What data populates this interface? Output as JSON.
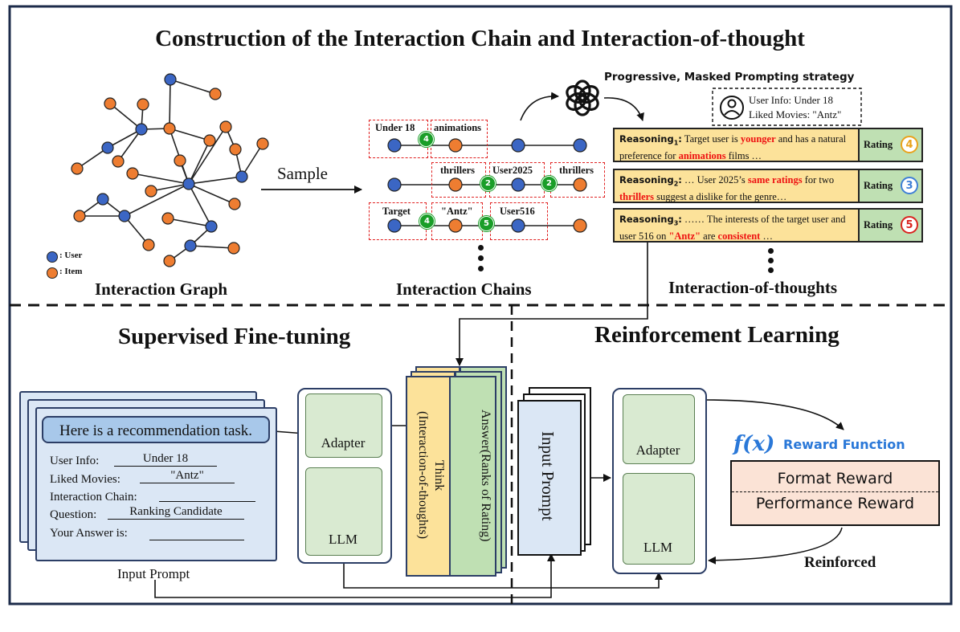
{
  "top_title": "Construction of the Interaction Chain and Interaction-of-thought",
  "graph": {
    "label": "Interaction Graph",
    "legend_user": ": User",
    "legend_item": ": Item",
    "user_color": "#3b66c4",
    "item_color": "#ee7d31"
  },
  "sample_label": "Sample",
  "strategy_label": "Progressive, Masked Prompting strategy",
  "chains": {
    "label": "Interaction Chains",
    "row1": {
      "tag1": "Under 18",
      "num1": "4",
      "tag2": "animations"
    },
    "row2": {
      "tag1": "thrillers",
      "num1": "2",
      "tag2": "User2025",
      "num2": "2",
      "tag3": "thrillers"
    },
    "row3": {
      "tag1": "Target",
      "num1": "4",
      "tag2": "\"Antz\"",
      "num2": "5",
      "tag3": "User516"
    }
  },
  "user_info": {
    "line1": "User Info: Under 18",
    "line2": "Liked Movies: \"Antz\""
  },
  "reasonings": [
    {
      "key": "Reasoning",
      "sub": "1",
      "text": [
        {
          "t": " Target user is ",
          "h": false
        },
        {
          "t": "younger",
          "h": true
        },
        {
          "t": " and has a natural preference for ",
          "h": false
        },
        {
          "t": "animations",
          "h": true
        },
        {
          "t": " films …",
          "h": false
        }
      ],
      "rating_label": "Rating",
      "rating": "4",
      "rating_color": "#e9a21c"
    },
    {
      "key": "Reasoning",
      "sub": "2",
      "text": [
        {
          "t": " … User 2025’s ",
          "h": false
        },
        {
          "t": "same ratings",
          "h": true
        },
        {
          "t": " for two ",
          "h": false
        },
        {
          "t": "thrillers",
          "h": true
        },
        {
          "t": " suggest a dislike for the genre…",
          "h": false
        }
      ],
      "rating_label": "Rating",
      "rating": "3",
      "rating_color": "#3f7fd6"
    },
    {
      "key": "Reasoning",
      "sub": "3",
      "text": [
        {
          "t": " …… The interests of the target user and user 516 on ",
          "h": false
        },
        {
          "t": "\"Antz\"",
          "h": true
        },
        {
          "t": " are ",
          "h": false
        },
        {
          "t": "consistent",
          "h": true
        },
        {
          "t": " …",
          "h": false
        }
      ],
      "rating_label": "Rating",
      "rating": "5",
      "rating_color": "#d9241f"
    }
  ],
  "iot_label": "Interaction-of-thoughts",
  "sft": {
    "title": "Supervised Fine-tuning",
    "prompt_header": "Here is a recommendation task.",
    "user_info_label": "User Info:",
    "user_info_value": "Under 18",
    "liked_label": "Liked Movies:",
    "liked_value": "\"Antz\"",
    "chain_label": "Interaction Chain:",
    "question_label": "Question:",
    "question_value": "Ranking Candidate",
    "answer_label": "Your Answer is:",
    "input_prompt_label": "Input Prompt",
    "adapter_label": "Adapter",
    "llm_label": "LLM",
    "think_line1": "Think",
    "think_line2": "(Interaction-of-thoughts)",
    "answer_line1": "Answer(Ranks of Rating)"
  },
  "rl": {
    "title": "Reinforcement Learning",
    "input_prompt": "Input Prompt",
    "adapter_label": "Adapter",
    "llm_label": "LLM",
    "reward_fx": "f(x)",
    "reward_title": "Reward Function",
    "format_reward": "Format Reward",
    "performance_reward": "Performance Reward",
    "reinforced": "Reinforced"
  },
  "colors": {
    "adapter_bg": "#d9ead1",
    "prompt_bg": "#dbe7f5",
    "think_bg": "#fce29a",
    "answer_bg": "#bfe0b3",
    "reward_bg": "#fbe3d6",
    "highlight_red": "#e11111"
  }
}
